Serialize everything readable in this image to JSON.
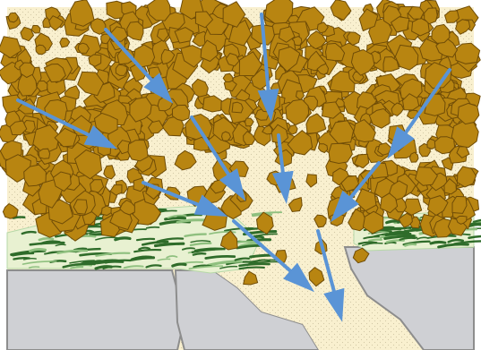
{
  "figure": {
    "type": "illustration",
    "colors": {
      "background": "#ffffff",
      "cream": "#f9f0cf",
      "stipple": "#d2c8a6",
      "particle_fill": "#b88511",
      "particle_stroke": "#6f4c07",
      "arrow": "#5a94d6",
      "rock": "#cfd0d4",
      "rock_edge": "#8d8d8d",
      "dark_green": "#2f6c2a",
      "light_green": "#8fc07f"
    },
    "icons": [
      "particle-cluster",
      "flow-arrow",
      "green-band",
      "rock"
    ]
  }
}
